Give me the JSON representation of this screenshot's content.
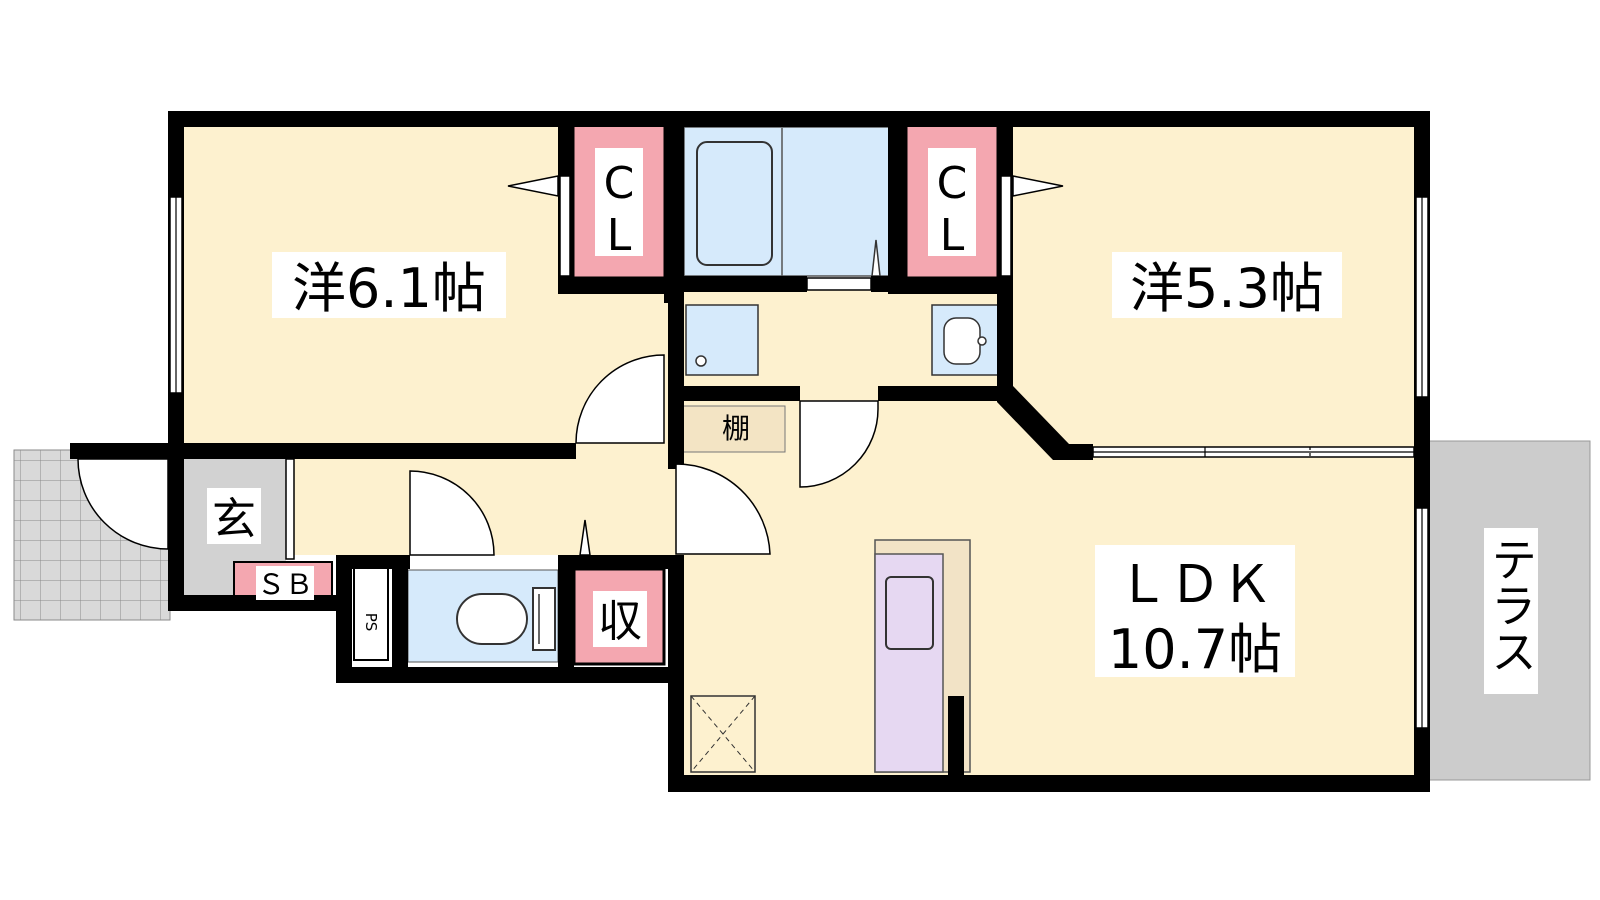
{
  "rooms": {
    "western_left": {
      "name": "洋6.1帖"
    },
    "western_right": {
      "name": "洋5.3帖"
    },
    "ldk": {
      "name": "ＬＤＫ",
      "size": "10.7帖"
    },
    "entrance": {
      "name": "玄"
    },
    "shoe_box": {
      "name": "ＳＢ"
    },
    "pipe_space": {
      "name": "PS"
    },
    "storage": {
      "name": "収"
    },
    "shelf": {
      "name": "棚"
    },
    "closet_left": {
      "line1": "C",
      "line2": "L"
    },
    "closet_right": {
      "line1": "C",
      "line2": "L"
    },
    "terrace": {
      "name": "テラス"
    }
  },
  "colors": {
    "room": "#fdf1cf",
    "wall": "#000000",
    "closet": "#f4a7b0",
    "wet": "#d6eafb",
    "kitchen": "#e6d8f2",
    "counter": "#f2e3c6",
    "terrace": "#cccccc",
    "entrance": "#d2d2d2",
    "shelf": "#f3e4c4",
    "tile": "#d9d9d9"
  }
}
